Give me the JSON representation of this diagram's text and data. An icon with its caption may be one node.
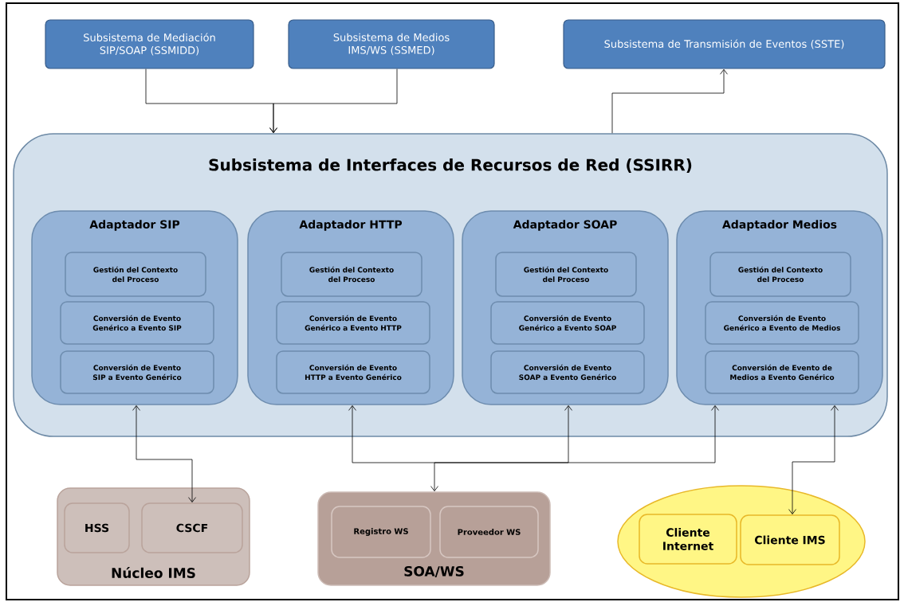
{
  "diagram": {
    "nodes": [
      {
        "text": [
          "Subsistema de Mediación SIP/SOAP (SSMIDD)"
        ]
      },
      {
        "text": [
          "Subsistema de Medios IMS/WS (SSMED)"
        ]
      },
      {
        "text": [
          "Subsistema de Transmisión de Eventos (SSTE)"
        ]
      },
      {
        "text": [
          "Subsistema de Interfaces de Recursos de Red (SSIRR)"
        ]
      },
      {
        "text": [
          "Adaptador SIP"
        ],
        "in": 3
      },
      {
        "text": [
          "Gestión del Contexto del Proceso"
        ],
        "in": 4
      },
      {
        "text": [
          "Conversión de Evento Genérico a Evento SIP"
        ],
        "in": 4
      },
      {
        "text": [
          "Conversión de Evento SIP a Evento Genérico"
        ],
        "in": 4
      },
      {
        "text": [
          "Adaptador HTTP"
        ],
        "in": 3
      },
      {
        "text": [
          "Gestión del Contexto del Proceso"
        ],
        "in": 8
      },
      {
        "text": [
          "Conversión de Evento Genérico a Evento HTTP"
        ],
        "in": 8
      },
      {
        "text": [
          "Conversión de Evento HTTP a Evento Genérico"
        ],
        "in": 8
      },
      {
        "text": [
          "Adaptador SOAP"
        ],
        "in": 3
      },
      {
        "text": [
          "Gestión del Contexto del Proceso"
        ],
        "in": 12
      },
      {
        "text": [
          "Conversión de Evento Genérico a Evento SOAP"
        ],
        "in": 12
      },
      {
        "text": [
          "Conversión de Evento SOAP a Evento Genérico"
        ],
        "in": 12
      },
      {
        "text": [
          "Adaptador Medios"
        ],
        "in": 3
      },
      {
        "text": [
          "Gestión del Contexto del Proceso"
        ],
        "in": 16
      },
      {
        "text": [
          "Conversión de Evento Genérico a Evento de Medios"
        ],
        "in": 16
      },
      {
        "text": [
          "Conversión de Evento de Medios a Evento Genérico"
        ],
        "in": 16
      },
      {
        "text": [
          "Núcleo IMS"
        ]
      },
      {
        "text": [
          "HSS"
        ],
        "in": 20
      },
      {
        "text": [
          "CSCF"
        ],
        "in": 20
      },
      {
        "text": [
          "SOA/WS"
        ]
      },
      {
        "text": [
          "Registro WS"
        ],
        "in": 23
      },
      {
        "text": [
          "Proveedor WS"
        ],
        "in": 23
      },
      {
        "text": [],
        "shape": "ellipse"
      },
      {
        "text": [
          "Cliente Internet"
        ],
        "in": 26
      },
      {
        "text": [
          "Cliente IMS"
        ],
        "in": 26
      }
    ],
    "edges": [
      {
        "from": 0,
        "to": 3,
        "arrow": "to"
      },
      {
        "from": 1,
        "to": 3,
        "arrow": "to"
      },
      {
        "from": 3,
        "to": 2,
        "arrow": "to"
      },
      {
        "from": 4,
        "to": 22,
        "arrow": "both"
      },
      {
        "from": 8,
        "to": 23,
        "arrow": "both"
      },
      {
        "from": 12,
        "to": 23,
        "arrow": "both"
      },
      {
        "from": 16,
        "to": 23,
        "arrow": "both"
      },
      {
        "from": 16,
        "to": 28,
        "arrow": "both"
      }
    ]
  }
}
